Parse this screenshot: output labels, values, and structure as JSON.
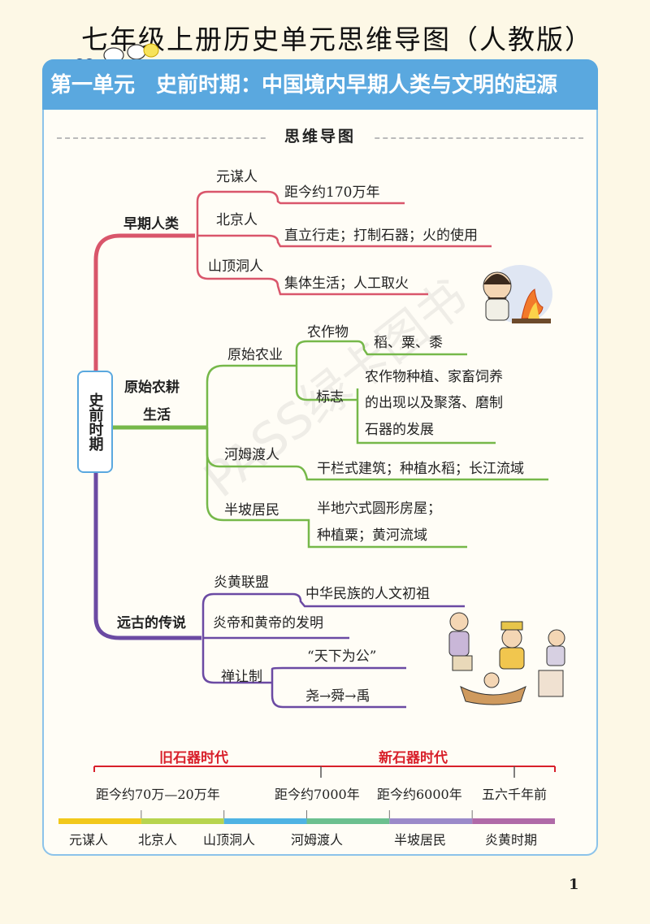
{
  "doc_title": "七年级上册历史单元思维导图（人教版）",
  "unit_banner": "第一单元　史前时期：中国境内早期人类与文明的起源",
  "mindmap_label": "思维导图",
  "root": "史前时期",
  "watermark": "PASS绿卡图书",
  "colors": {
    "banner": "#5aa8df",
    "branch1": "#d9566b",
    "branch2": "#76b84a",
    "branch3": "#6b4aa3",
    "era": "#d8202b"
  },
  "branch1": {
    "label": "早期人类",
    "yuanmou": "元谋人",
    "yuanmou_detail": "距今约170万年",
    "beijing": "北京人",
    "beijing_detail": "直立行走；打制石器；火的使用",
    "shanding": "山顶洞人",
    "shanding_detail": "集体生活；人工取火"
  },
  "branch2": {
    "label_line1": "原始农耕",
    "label_line2": "生活",
    "agri": "原始农业",
    "crops": "农作物",
    "crops_detail": "稻、粟、黍",
    "sign": "标志",
    "sign_line1": "农作物种植、家畜饲养",
    "sign_line2": "的出现以及聚落、磨制",
    "sign_line3": "石器的发展",
    "hemudu": "河姆渡人",
    "hemudu_detail": "干栏式建筑；种植水稻；长江流域",
    "banpo": "半坡居民",
    "banpo_line1": "半地穴式圆形房屋；",
    "banpo_line2": "种植粟；黄河流域"
  },
  "branch3": {
    "label": "远古的传说",
    "yanhuang": "炎黄联盟",
    "yanhuang_detail": "中华民族的人文初祖",
    "invention": "炎帝和黄帝的发明",
    "shanrang": "禅让制",
    "shanrang_line1": "“天下为公”",
    "shanrang_line2": "尧→舜→禹"
  },
  "timeline": {
    "era_old": "旧石器时代",
    "era_new": "新石器时代",
    "times": [
      "距今约70万—20万年",
      "距今约7000年",
      "距今约6000年",
      "五六千年前"
    ],
    "names": [
      "元谋人",
      "北京人",
      "山顶洞人",
      "河姆渡人",
      "半坡居民",
      "炎黄时期"
    ],
    "bar_colors": [
      "#f2c81a",
      "#b7d44e",
      "#4fb3e3",
      "#6cc08f",
      "#9b8ac9",
      "#b06aa8"
    ]
  },
  "page_number": "1"
}
